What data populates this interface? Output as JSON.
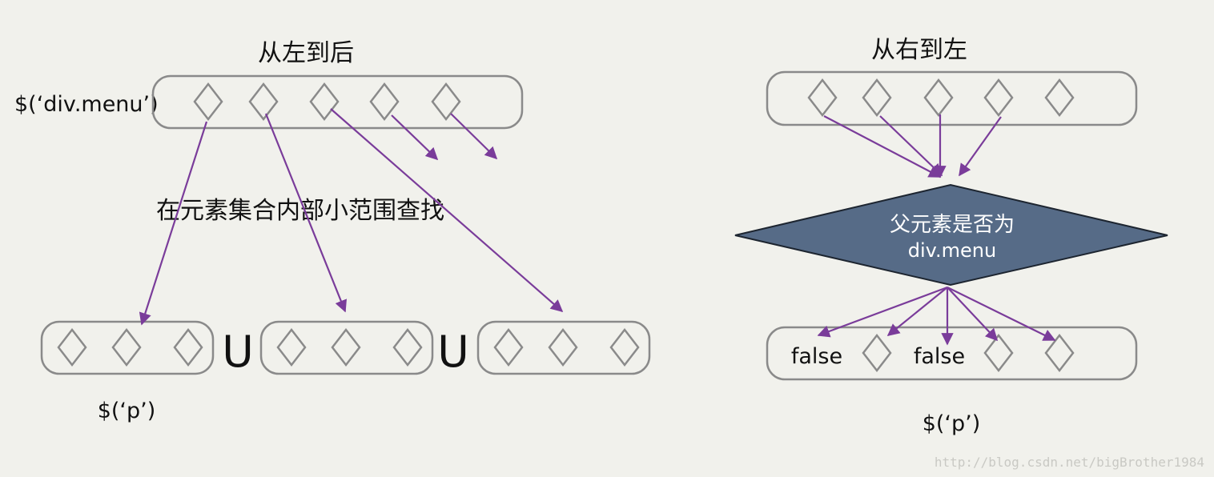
{
  "left": {
    "title": "从左到后",
    "source_label": "$(‘div.menu’)",
    "middle_caption": "在元素集合内部小范围查找",
    "union_symbols": [
      "U",
      "U"
    ],
    "result_label": "$(‘p’)"
  },
  "right": {
    "title": "从右到左",
    "decision_text_line1": "父元素是否为",
    "decision_text_line2": "div.menu",
    "result_items": [
      "false",
      "false"
    ],
    "result_label": "$(‘p’)"
  },
  "watermark": "http://blog.csdn.net/bigBrother1984",
  "colors": {
    "background": "#f1f1ec",
    "box_stroke": "#8a8a8a",
    "diamond_stroke": "#8a8a8a",
    "arrow": "#7a3c9a",
    "decision_fill": "#566b87",
    "decision_stroke": "#1d2530",
    "decision_text": "#ffffff"
  }
}
